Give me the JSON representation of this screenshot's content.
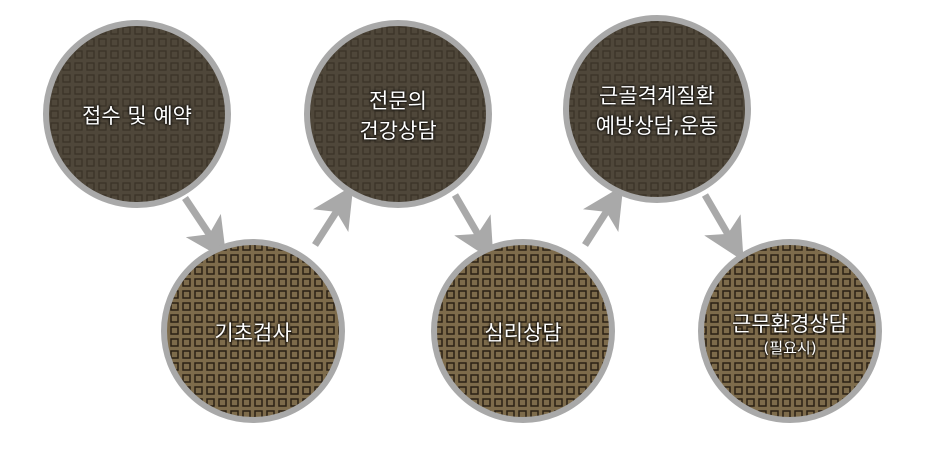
{
  "steps": [
    {
      "line1": "접수 및 예약",
      "line2": "",
      "sub": "",
      "tone": "dark"
    },
    {
      "line1": "기초검사",
      "line2": "",
      "sub": "",
      "tone": "light"
    },
    {
      "line1": "전문의",
      "line2": "건강상담",
      "sub": "",
      "tone": "dark"
    },
    {
      "line1": "심리상담",
      "line2": "",
      "sub": "",
      "tone": "light"
    },
    {
      "line1": "근골격계질환",
      "line2": "예방상담,운동",
      "sub": "",
      "tone": "dark"
    },
    {
      "line1": "근무환경상담",
      "line2": "",
      "sub": "(필요시)",
      "tone": "light"
    }
  ],
  "colors": {
    "dark": "#4f473a",
    "light": "#7d6b4b",
    "square": "#2a2014",
    "ring": "#a9a9a9",
    "arrow": "#a9a9a9"
  }
}
